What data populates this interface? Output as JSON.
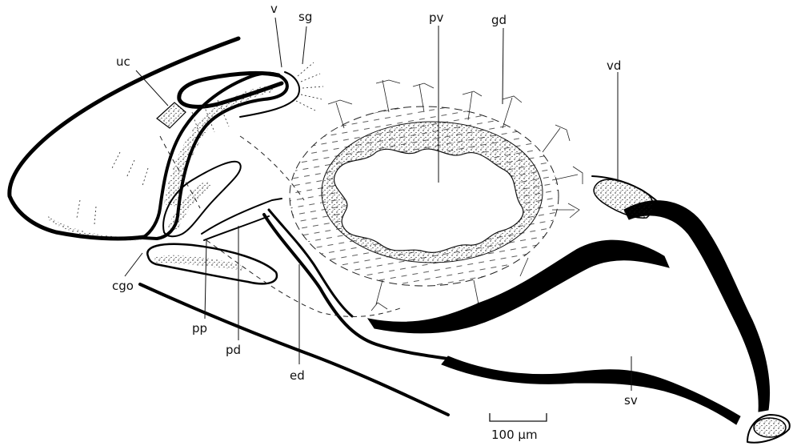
{
  "figure": {
    "labels": {
      "uc": "uc",
      "v": "v",
      "sg": "sg",
      "pv": "pv",
      "gd": "gd",
      "vd": "vd",
      "cgo": "cgo",
      "pp": "pp",
      "pd": "pd",
      "ed": "ed",
      "sv": "sv"
    },
    "scale_bar": {
      "label": "100 µm",
      "value": 100,
      "unit": "µm"
    },
    "colors": {
      "ink": "#000000",
      "paper": "#ffffff"
    }
  }
}
